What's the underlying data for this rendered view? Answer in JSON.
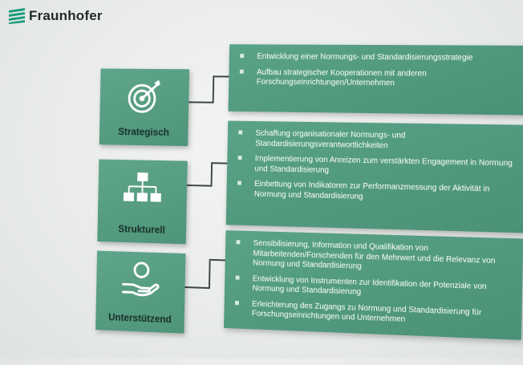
{
  "brand": {
    "name": "Fraunhofer"
  },
  "categories": [
    {
      "label": "Strategisch",
      "icon": "target-icon",
      "items": [
        "Entwicklung einer Normungs- und Standardisierungsstrategie",
        "Aufbau strategischer Kooperationen mit anderen Forschungseinrichtungen/Unternehmen"
      ]
    },
    {
      "label": "Strukturell",
      "icon": "org-chart-icon",
      "items": [
        "Schaffung organisationaler Normungs- und Standardisierungsverantwortlichkeiten",
        "Implementierung von Anreizen zum verstärkten Engagement in Normung und Standardisierung",
        "Einbettung von Indikatoren zur Performanzmessung der Aktivität in Normung und Standardisierung"
      ]
    },
    {
      "label": "Unterstützend",
      "icon": "hand-coin-icon",
      "items": [
        "Sensibilisierung, Information und Qualifikation von Mitarbeitenden/Forschenden für den Mehrwert und die Relevanz von Normung und Standardisierung",
        "Entwicklung von Instrumenten zur Identifikation der Potenziale von Normung und Standardisierung",
        "Erleichterung des Zugangs zu Normung und Standardisierung für Forschungseinrichtungen und Unternehmen"
      ]
    }
  ],
  "colors": {
    "panel": "#4e9579",
    "label_text": "#18302a",
    "line": "#3a4444"
  }
}
